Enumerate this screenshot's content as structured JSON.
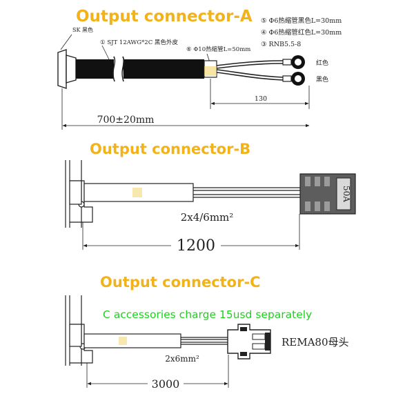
{
  "colors": {
    "title": "#f2b21a",
    "note": "#1fd01f",
    "ink": "#222222",
    "highlight": "#f2d36b"
  },
  "section_a": {
    "title": "Output connector-A",
    "legend": [
      "⑤ Φ6热缩管黑色L=30mm",
      "④ Φ6热缩管红色L=30mm",
      "③ RNB5.5-8"
    ],
    "callout_heatshrink": "⑥ Φ10热缩管L=50mm",
    "callout_sleeve": "SK 黑色",
    "callout_cable": "① SJT 12AWG*2C 黑色外皮",
    "wire_red_label": "红色",
    "wire_black_label": "黑色",
    "dim_branch": "130",
    "dim_total": "700±20mm"
  },
  "section_b": {
    "title": "Output connector-B",
    "plug_label": "50A",
    "cable_spec": "2x4/6mm²",
    "dim_length": "1200"
  },
  "section_c": {
    "title": "Output connector-C",
    "note": "C accessories charge 15usd separately",
    "plug_label": "REMA80母头",
    "cable_spec": "2x6mm²",
    "dim_length": "3000"
  }
}
